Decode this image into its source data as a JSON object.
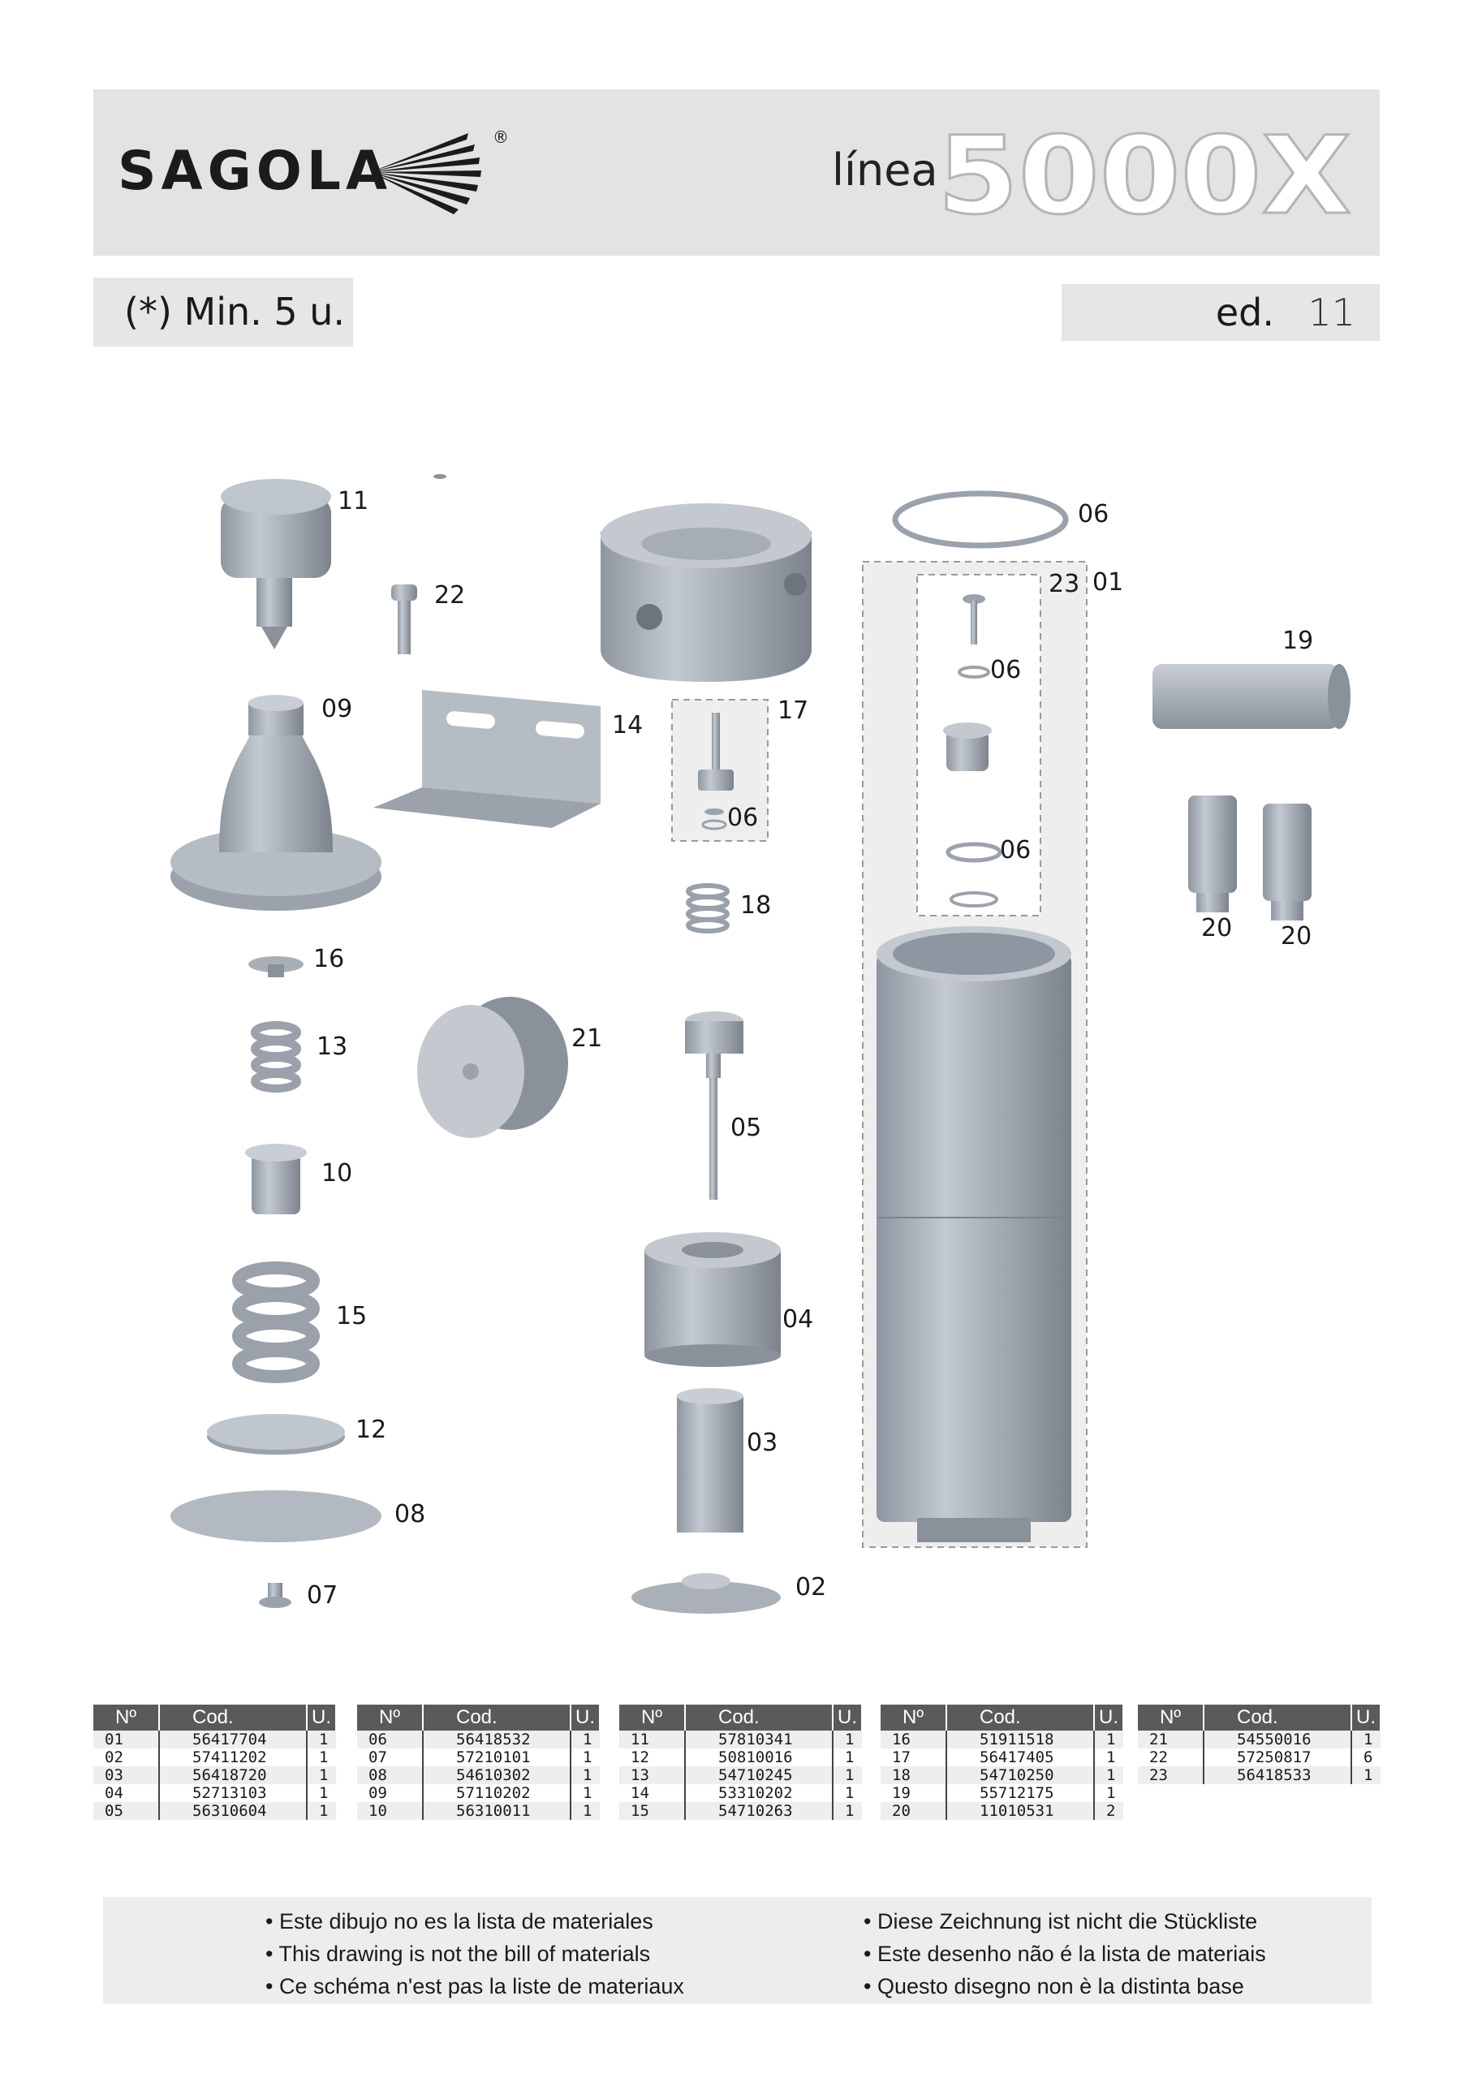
{
  "header": {
    "brand": "SAGOLA",
    "registered_mark": "®",
    "line_label": "línea",
    "model": "5000X"
  },
  "min_order_note": "(*) Min. 5 u.",
  "edition": {
    "label": "ed.",
    "number": "11"
  },
  "callouts": [
    {
      "id": "c11",
      "text": "11"
    },
    {
      "id": "c22",
      "text": "22"
    },
    {
      "id": "c09",
      "text": "09"
    },
    {
      "id": "c14",
      "text": "14"
    },
    {
      "id": "c16",
      "text": "16"
    },
    {
      "id": "c13",
      "text": "13"
    },
    {
      "id": "c21",
      "text": "21"
    },
    {
      "id": "c10",
      "text": "10"
    },
    {
      "id": "c15",
      "text": "15"
    },
    {
      "id": "c12",
      "text": "12"
    },
    {
      "id": "c08",
      "text": "08"
    },
    {
      "id": "c07",
      "text": "07"
    },
    {
      "id": "c17",
      "text": "17"
    },
    {
      "id": "c06a",
      "text": "06"
    },
    {
      "id": "c18",
      "text": "18"
    },
    {
      "id": "c05",
      "text": "05"
    },
    {
      "id": "c04",
      "text": "04"
    },
    {
      "id": "c03",
      "text": "03"
    },
    {
      "id": "c02",
      "text": "02"
    },
    {
      "id": "c06b",
      "text": "06"
    },
    {
      "id": "c23",
      "text": "23"
    },
    {
      "id": "c01",
      "text": "01"
    },
    {
      "id": "c06c",
      "text": "06"
    },
    {
      "id": "c06d",
      "text": "06"
    },
    {
      "id": "c19",
      "text": "19"
    },
    {
      "id": "c20a",
      "text": "20"
    },
    {
      "id": "c20b",
      "text": "20"
    }
  ],
  "table_headers": {
    "num": "Nº",
    "code": "Cod.",
    "units": "U."
  },
  "parts_tables": [
    [
      [
        "01",
        "56417704",
        "1"
      ],
      [
        "02",
        "57411202",
        "1"
      ],
      [
        "03",
        "56418720",
        "1"
      ],
      [
        "04",
        "52713103",
        "1"
      ],
      [
        "05",
        "56310604",
        "1"
      ]
    ],
    [
      [
        "06",
        "56418532",
        "1"
      ],
      [
        "07",
        "57210101",
        "1"
      ],
      [
        "08",
        "54610302",
        "1"
      ],
      [
        "09",
        "57110202",
        "1"
      ],
      [
        "10",
        "56310011",
        "1"
      ]
    ],
    [
      [
        "11",
        "57810341",
        "1"
      ],
      [
        "12",
        "50810016",
        "1"
      ],
      [
        "13",
        "54710245",
        "1"
      ],
      [
        "14",
        "53310202",
        "1"
      ],
      [
        "15",
        "54710263",
        "1"
      ]
    ],
    [
      [
        "16",
        "51911518",
        "1"
      ],
      [
        "17",
        "56417405",
        "1"
      ],
      [
        "18",
        "54710250",
        "1"
      ],
      [
        "19",
        "55712175",
        "1"
      ],
      [
        "20",
        "11010531",
        "2"
      ]
    ],
    [
      [
        "21",
        "54550016",
        "1"
      ],
      [
        "22",
        "57250817",
        "6"
      ],
      [
        "23",
        "56418533",
        "1"
      ]
    ]
  ],
  "disclaimer": {
    "left": [
      "Este dibujo no es la lista de materiales",
      "This drawing is not the bill of materials",
      "Ce schéma n'est pas la liste de materiaux"
    ],
    "right": [
      "Diese Zeichnung ist nicht die Stückliste",
      "Este desenho não é la lista de materiais",
      "Questo disegno non è la distinta base"
    ]
  }
}
